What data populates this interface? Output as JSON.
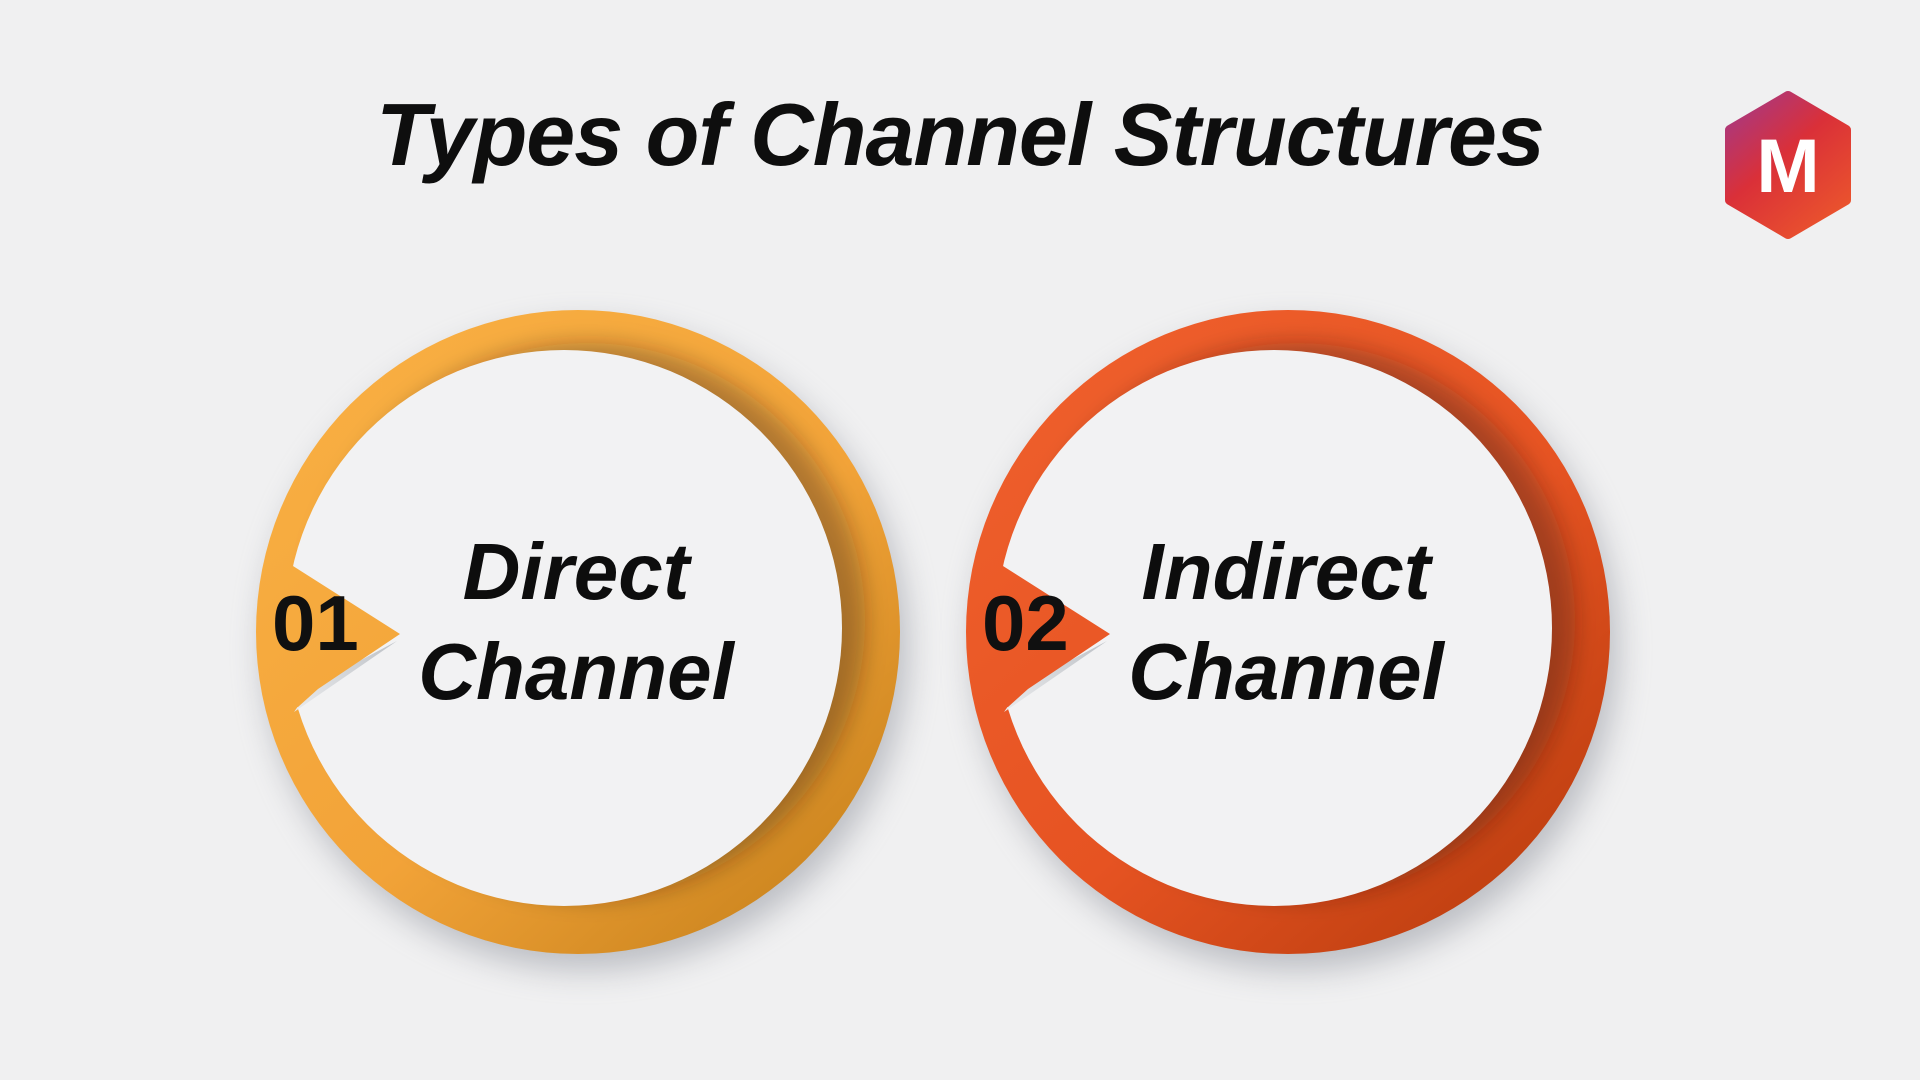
{
  "title": "Types of Channel Structures",
  "logo": {
    "letter": "M",
    "gradient": [
      "#9C3A93",
      "#DA3038",
      "#EF5E2A"
    ]
  },
  "items": [
    {
      "number": "01",
      "label": "Direct\nChannel",
      "colors": {
        "bright": "#F8AE42",
        "mid": "#F2A338",
        "dark": "#C9831D"
      }
    },
    {
      "number": "02",
      "label": "Indirect\nChannel",
      "colors": {
        "bright": "#EE5E2B",
        "mid": "#E65322",
        "dark": "#BC3E0F"
      }
    }
  ],
  "palette": {
    "background": "#F0F0F1",
    "inner_circle": "#F2F2F3",
    "fold_light": "#E9EAEC",
    "fold_dark": "#BDC1C6",
    "text": "#0E0E0E"
  }
}
